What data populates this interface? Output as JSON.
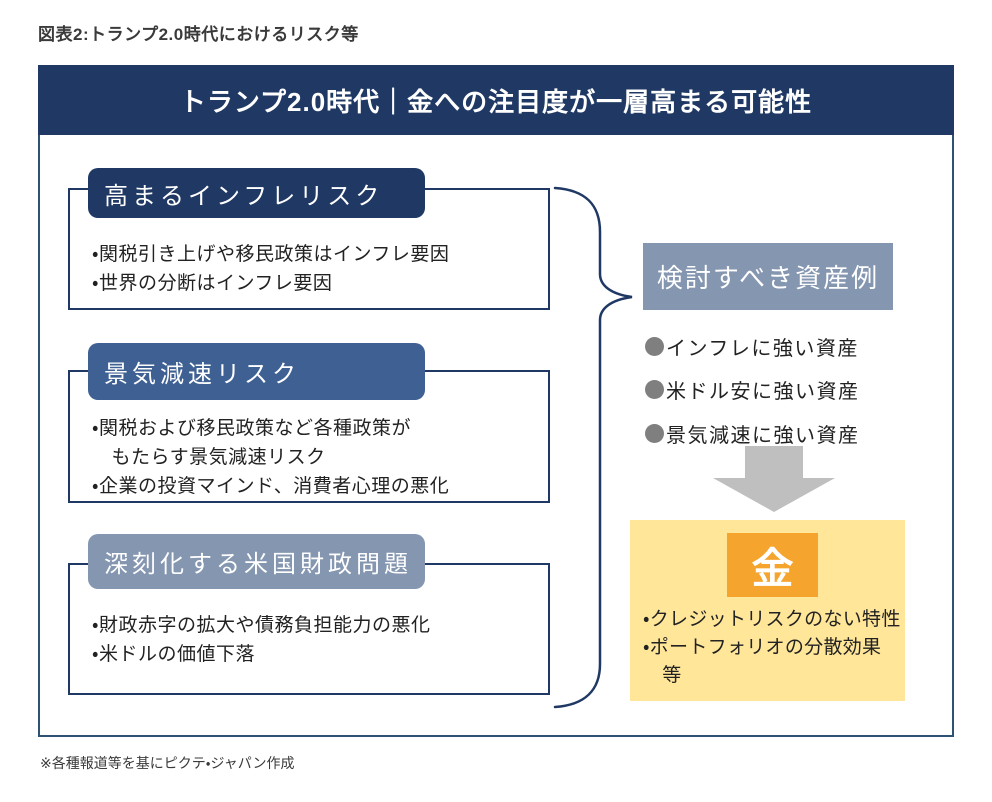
{
  "page": {
    "caption": "図表2:トランプ2.0時代におけるリスク等",
    "footnote": "※各種報道等を基にピクテ・ジャパン作成"
  },
  "header": {
    "title": "トランプ2.0時代｜金への注目度が一層高まる可能性"
  },
  "risk_boxes": [
    {
      "title": "高まるインフレリスク",
      "lines": [
        "・関税引き上げや移民政策はインフレ要因",
        "・世界の分断はインフレ要因"
      ]
    },
    {
      "title": "景気減速リスク",
      "lines": [
        "・関税および移民政策など各種政策が",
        "　もたらす景気減速リスク",
        "・企業の投資マインド、消費者心理の悪化"
      ]
    },
    {
      "title": "深刻化する米国財政問題",
      "lines": [
        "・財政赤字の拡大や債務負担能力の悪化",
        "・米ドルの価値下落"
      ]
    }
  ],
  "assets_panel": {
    "title": "検討すべき資産例",
    "items": [
      "インフレに強い資産",
      "米ドル安に強い資産",
      "景気減速に強い資産"
    ]
  },
  "gold_box": {
    "label": "金",
    "lines": [
      "・クレジットリスクのない特性",
      "・ポートフォリオの分散効果",
      "　等"
    ]
  },
  "colors": {
    "navy": "#1F3864",
    "medium_blue": "#3E6093",
    "gray_blue": "#8496B0",
    "frame_border": "#2E5272",
    "arrow_gray": "#BFBFBF",
    "bullet_gray": "#7F7F7F",
    "gold_background": "#FFE699",
    "gold_accent": "#F5A42D",
    "text": "#262626"
  }
}
